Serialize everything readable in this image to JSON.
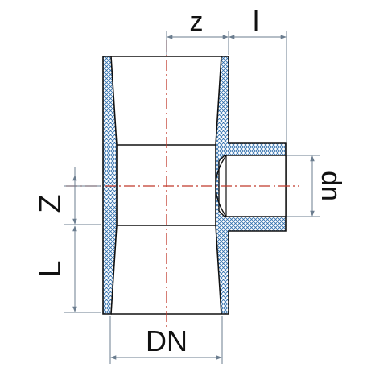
{
  "labels": {
    "z_small": "z",
    "l_small": "l",
    "z_large": "Z",
    "l_large": "L",
    "dn_large": "DN",
    "dn_small": "dn"
  },
  "colors": {
    "outline": "#111111",
    "hatch": "#2f6fae",
    "centerline": "#c0392b",
    "dimension": "#6b7d8f"
  }
}
